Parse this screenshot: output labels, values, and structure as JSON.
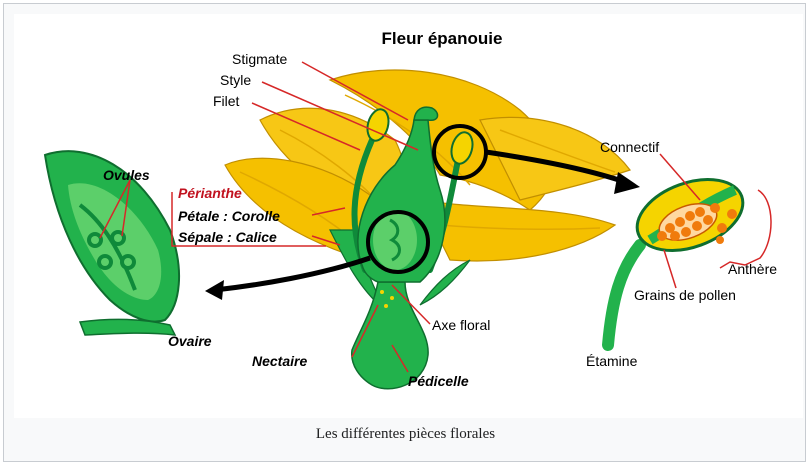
{
  "title": "Fleur épanouie",
  "caption": "Les différentes pièces florales",
  "labels": {
    "stigmate": "Stigmate",
    "style": "Style",
    "filet": "Filet",
    "connectif": "Connectif",
    "ovules": "Ovules",
    "perianthe": "Périanthe",
    "petale": "Pétale : Corolle",
    "sepale": "Sépale : Calice",
    "anthere": "Anthère",
    "grains": "Grains de pollen",
    "axe_floral": "Axe floral",
    "ovaire": "Ovaire",
    "nectaire": "Nectaire",
    "pedicelle": "Pédicelle",
    "etamine": "Étamine"
  },
  "colors": {
    "petal_yellow": "#f5c000",
    "petal_light": "#fbd53a",
    "green_dark": "#0f8a3a",
    "green": "#22b24c",
    "green_light": "#5ccf6a",
    "pollen_orange": "#f07b0c",
    "leader_red": "#d62828",
    "arrow_black": "#000000"
  }
}
